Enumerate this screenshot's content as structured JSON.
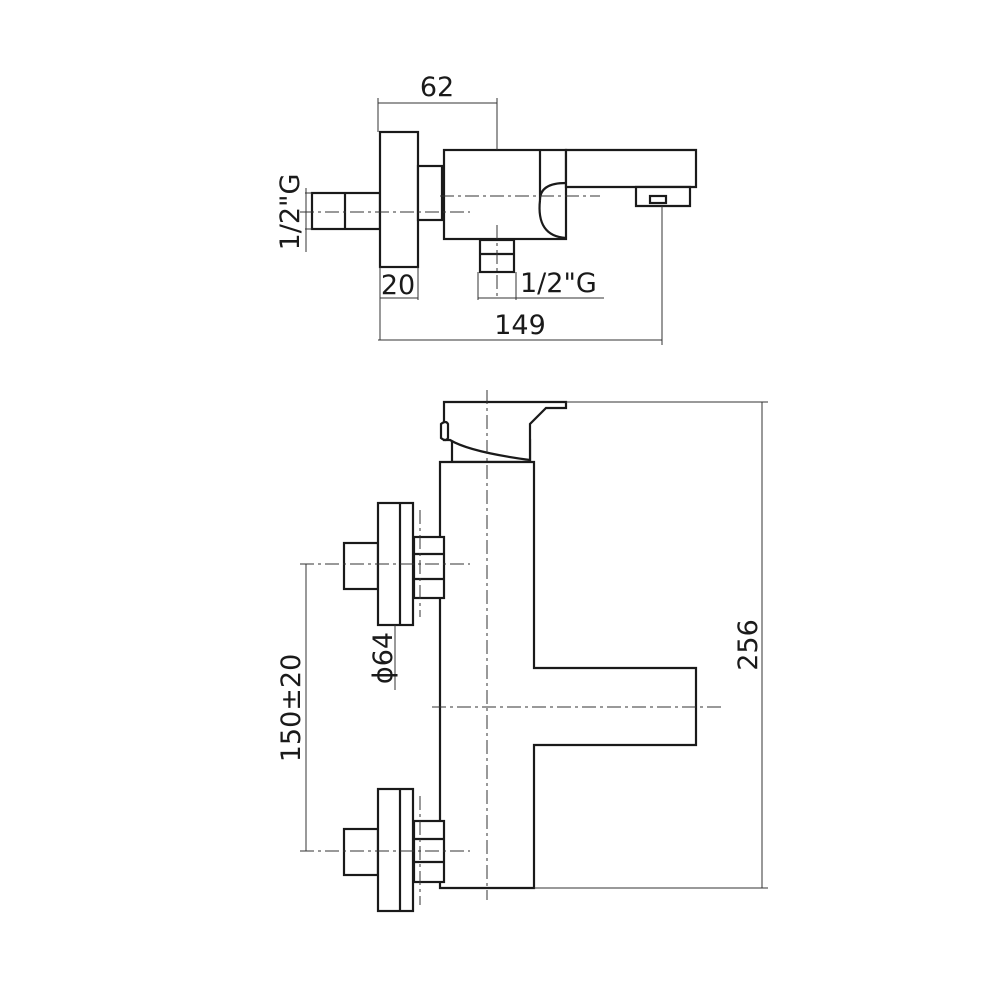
{
  "top_view": {
    "dim_width_top": "62",
    "dim_inlet_thread": "1/2\"G",
    "dim_flange_depth": "20",
    "dim_outlet_thread": "1/2\"G",
    "dim_total_length": "149"
  },
  "front_view": {
    "dim_flange_diameter": "ϕ64",
    "dim_inlet_spacing": "150±20",
    "dim_total_height": "256"
  }
}
